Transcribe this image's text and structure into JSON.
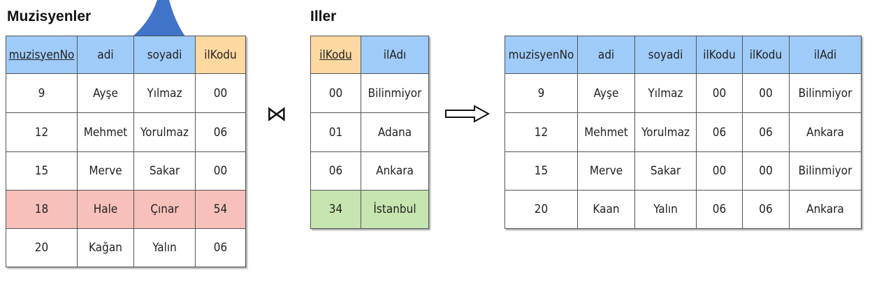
{
  "muzisyenler": {
    "title": "Muzisyenler",
    "headers": [
      "muzisyenNo",
      "adi",
      "soyadi",
      "ilKodu"
    ],
    "rows": [
      [
        "9",
        "Ayşe",
        "Yılmaz",
        "00"
      ],
      [
        "12",
        "Mehmet",
        "Yorulmaz",
        "06"
      ],
      [
        "15",
        "Merve",
        "Sakar",
        "00"
      ],
      [
        "18",
        "Hale",
        "Çınar",
        "54"
      ],
      [
        "20",
        "Kağan",
        "Yalın",
        "06"
      ]
    ]
  },
  "iller": {
    "title": "Iller",
    "headers": [
      "ilKodu",
      "ilAdı"
    ],
    "rows": [
      [
        "00",
        "Bilinmiyor"
      ],
      [
        "01",
        "Adana"
      ],
      [
        "06",
        "Ankara"
      ],
      [
        "34",
        "İstanbul"
      ]
    ]
  },
  "join_symbol": "⋈",
  "result": {
    "headers": [
      "muzisyenNo",
      "adi",
      "soyadi",
      "ilKodu",
      "ilKodu",
      "ilAdi"
    ],
    "rows": [
      [
        "9",
        "Ayşe",
        "Yılmaz",
        "00",
        "00",
        "Bilinmiyor"
      ],
      [
        "12",
        "Mehmet",
        "Yorulmaz",
        "06",
        "06",
        "Ankara"
      ],
      [
        "15",
        "Merve",
        "Sakar",
        "00",
        "00",
        "Bilinmiyor"
      ],
      [
        "20",
        "Kaan",
        "Yalın",
        "06",
        "06",
        "Ankara"
      ]
    ]
  },
  "colors": {
    "header_blue": "#9ecbf8",
    "header_key_orange": "#fdd8a0",
    "unmatched_red": "#f7c0ba",
    "unmatched_green": "#c6e5b0",
    "blob_blue": "#3f74c9"
  }
}
